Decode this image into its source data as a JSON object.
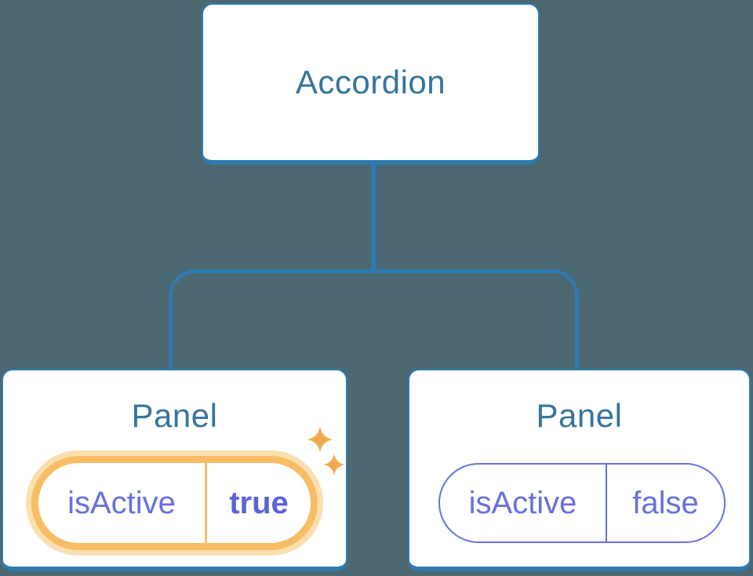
{
  "diagram": {
    "description": "Component tree: Accordion parent passing isActive prop state to two Panel children",
    "root": {
      "label": "Accordion"
    },
    "panels": [
      {
        "title": "Panel",
        "prop_name": "isActive",
        "prop_value": "true",
        "active": true,
        "highlighted": true
      },
      {
        "title": "Panel",
        "prop_name": "isActive",
        "prop_value": "false",
        "active": false,
        "highlighted": false
      }
    ]
  },
  "decorations": {
    "sparkles": [
      "sparkle-icon-large",
      "sparkle-icon-small"
    ]
  },
  "colors": {
    "background": "#4C6871",
    "connector_blue": "#2E7CB0",
    "node_border_blue": "#2E7CB0",
    "node_text_blue": "#35749E",
    "node_background": "#FFFFFF",
    "prop_purple": "#6770DD",
    "prop_value_bold_purple": "#5B62D6",
    "highlight_orange": "#F8BD64",
    "highlight_glow": "#FBDFB0",
    "sparkle_orange": "#F2A94E"
  }
}
